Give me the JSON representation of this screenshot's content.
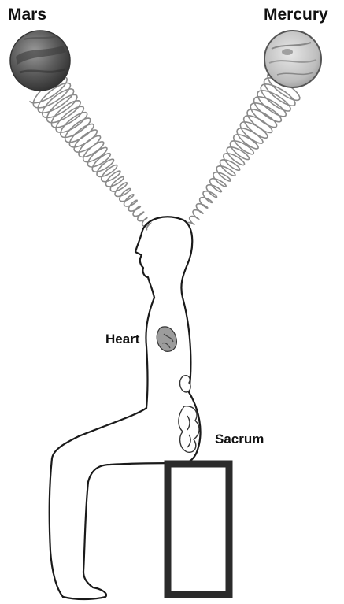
{
  "labels": {
    "mars": "Mars",
    "mercury": "Mercury",
    "heart": "Heart",
    "sacrum": "Sacrum"
  },
  "colors": {
    "outline": "#1a1a1a",
    "spiral": "#8a8a8a",
    "seat": "#2b2b2b",
    "mars_planet": "#5a5a5a",
    "mercury_planet": "#bdbdbd"
  }
}
